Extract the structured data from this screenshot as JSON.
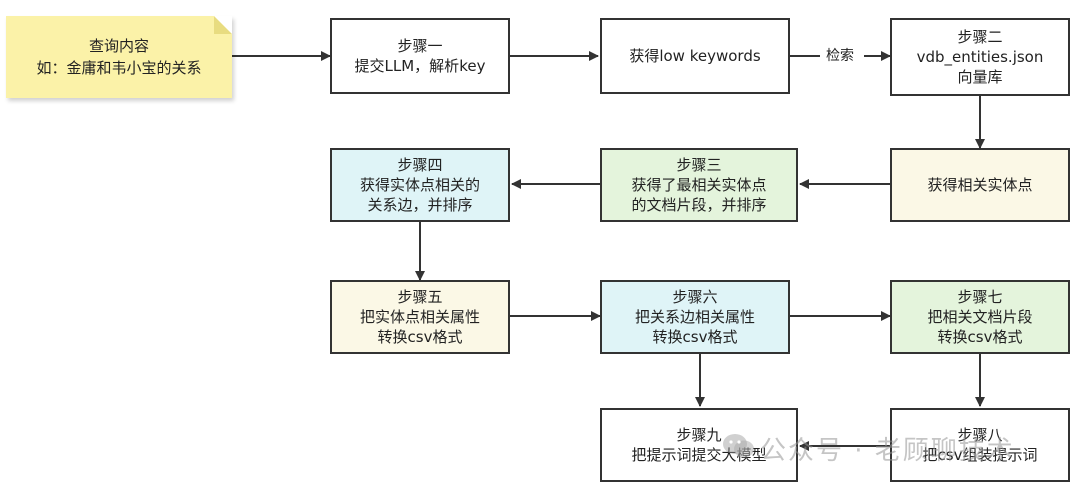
{
  "query_note": {
    "line1": "查询内容",
    "line2": "如：金庸和韦小宝的关系"
  },
  "nodes": {
    "step1": {
      "line1": "步骤一",
      "line2": "提交LLM，解析key"
    },
    "low_keywords": {
      "line1": "获得low keywords"
    },
    "step2": {
      "line1": "步骤二",
      "line2": "vdb_entities.json",
      "line3": "向量库"
    },
    "related_entities": {
      "line1": "获得相关实体点"
    },
    "step3": {
      "line1": "步骤三",
      "line2": "获得了最相关实体点",
      "line3": "的文档片段，并排序"
    },
    "step4": {
      "line1": "步骤四",
      "line2": "获得实体点相关的",
      "line3": "关系边，并排序"
    },
    "step5": {
      "line1": "步骤五",
      "line2": "把实体点相关属性",
      "line3": "转换csv格式"
    },
    "step6": {
      "line1": "步骤六",
      "line2": "把关系边相关属性",
      "line3": "转换csv格式"
    },
    "step7": {
      "line1": "步骤七",
      "line2": "把相关文档片段",
      "line3": "转换csv格式"
    },
    "step8": {
      "line1": "步骤八",
      "line2": "把csv组装提示词"
    },
    "step9": {
      "line1": "步骤九",
      "line2": "把提示词提交大模型"
    }
  },
  "edge_labels": {
    "retrieve": "检索"
  },
  "watermark": {
    "text": "公众号 · 老顾聊技术"
  },
  "colors": {
    "note": "#fbf2a8",
    "cream": "#fbf8e6",
    "blue": "#dff4f7",
    "green": "#e4f4dc",
    "stroke": "#333333"
  }
}
